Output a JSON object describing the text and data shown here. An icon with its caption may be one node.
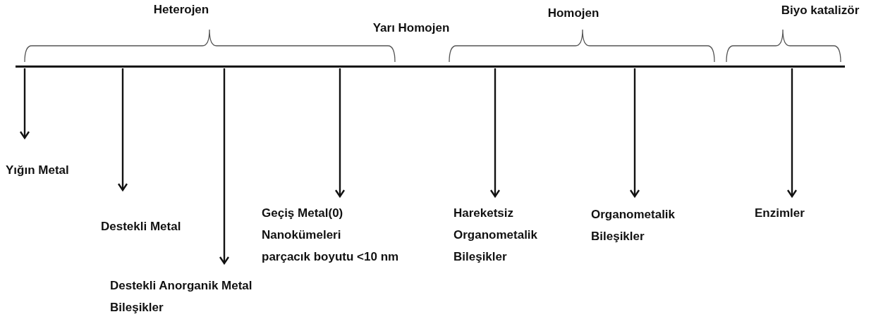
{
  "diagram": {
    "nodes": [
      {
        "text": [
          "Yığın Metal"
        ]
      },
      {
        "text": [
          "Destekli Metal"
        ]
      },
      {
        "text": [
          "Destekli Anorganik Metal Bileşikler"
        ]
      },
      {
        "text": [
          "Geçiş Metal(0) Nanokümeleri",
          "parçacık boyutu <10 nm"
        ]
      },
      {
        "text": [
          "Hareketsiz Organometalik Bileşikler"
        ]
      },
      {
        "text": [
          "Organometalik Bileşikler"
        ]
      },
      {
        "text": [
          "Enzimler"
        ]
      },
      {
        "text": [],
        "shape": "bar"
      }
    ],
    "edges": [
      {
        "from": 7,
        "to": 0,
        "arrow": "to"
      },
      {
        "from": 7,
        "to": 1,
        "arrow": "to"
      },
      {
        "from": 7,
        "to": 2,
        "arrow": "to"
      },
      {
        "from": 7,
        "to": 3,
        "arrow": "to"
      },
      {
        "from": 7,
        "to": 4,
        "arrow": "to"
      },
      {
        "from": 7,
        "to": 5,
        "arrow": "to"
      },
      {
        "from": 7,
        "to": 6,
        "arrow": "to"
      }
    ],
    "labels": [
      "Heterojen",
      "Yarı Homojen",
      "Homojen",
      "Biyo katalizör"
    ]
  }
}
